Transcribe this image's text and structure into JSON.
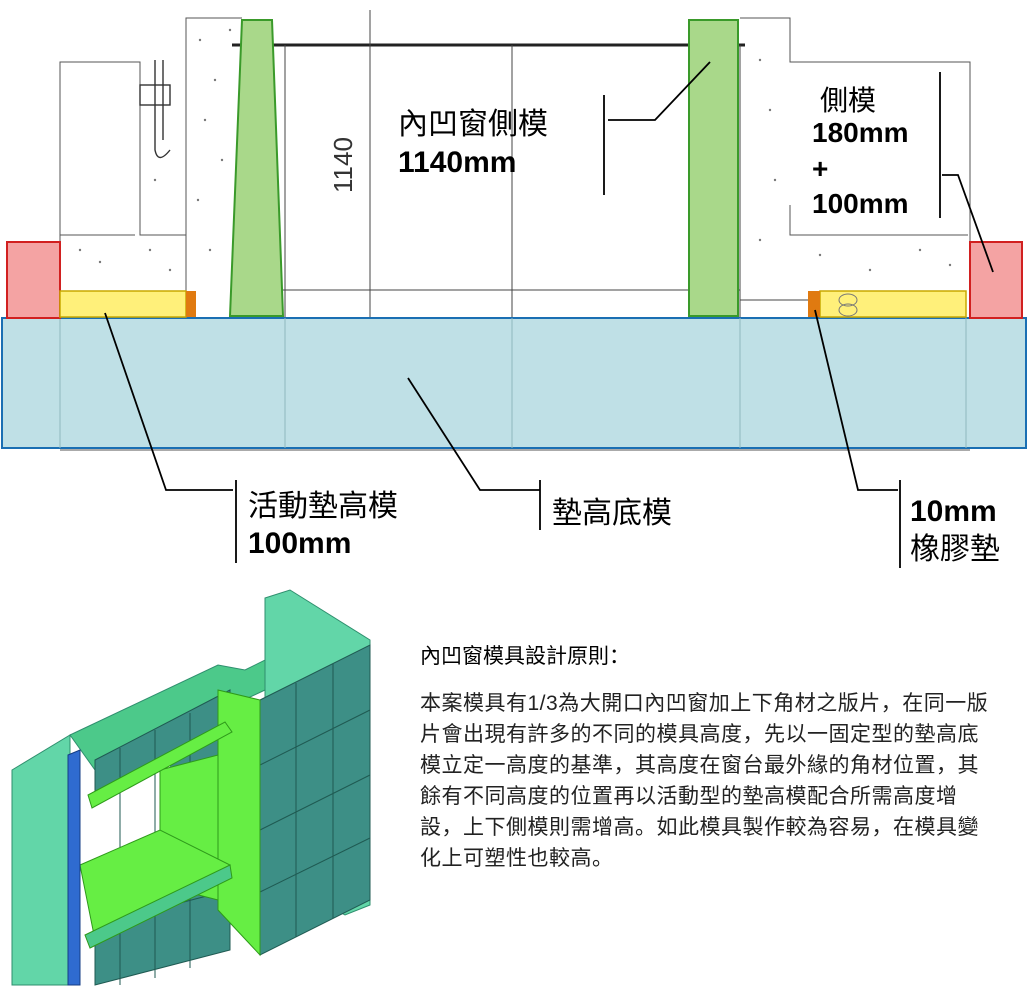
{
  "section_drawing": {
    "dimension_text": "1140",
    "labels": {
      "inner_side_mold_title": "內凹窗側模",
      "inner_side_mold_size": "1140mm",
      "side_mold_title": "側模",
      "side_mold_line1": "180mm",
      "side_mold_line2": "+",
      "side_mold_line3": "100mm",
      "movable_pad_title": "活動墊高模",
      "movable_pad_size": "100mm",
      "base_mold_title": "墊高底模",
      "rubber_pad_size": "10mm",
      "rubber_pad_title": "橡膠墊"
    },
    "colors": {
      "green_mold": "#a9d88a",
      "red_mold": "#f4a3a3",
      "yellow_pad": "#fff07a",
      "orange_rubber": "#e07a10",
      "base_blue": "#bfe0e6",
      "base_outline": "#1a6fb3"
    }
  },
  "model_3d": {
    "colors": {
      "frame": "#62d6a8",
      "panels": "#3d8f86",
      "shelves": "#66ee44"
    }
  },
  "description": {
    "heading": "內凹窗模具設計原則：",
    "paragraph": "本案模具有1/3為大開口內凹窗加上下角材之版片，在同一版片會出現有許多的不同的模具高度，先以一固定型的墊高底模立定一高度的基準，其高度在窗台最外緣的角材位置，其餘有不同高度的位置再以活動型的墊高模配合所需高度增設，上下側模則需增高。如此模具製作較為容易，在模具變化上可塑性也較高。"
  }
}
